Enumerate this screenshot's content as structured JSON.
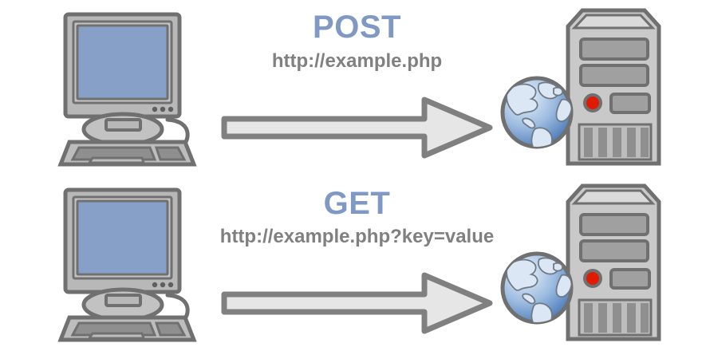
{
  "diagram": {
    "title": "HTTP POST vs GET request diagram",
    "colors": {
      "background": "#ffffff",
      "method_label": "#8099c4",
      "url_text": "#808080",
      "screen_blue": "#87a0c8",
      "case_gray": "#c9c9c9",
      "bezel_gray": "#b8b8b8",
      "panel_gray": "#a0a0a0",
      "outline_gray": "#707070",
      "arrow_fill": "#e6e6e6",
      "arrow_stroke": "#808080",
      "led_red": "#e01b00",
      "globe_light": "#dce7f5",
      "globe_blue": "#5b86c4"
    },
    "rows": [
      {
        "id": "post",
        "method": "POST",
        "url": "http://example.php",
        "client_name": "desktop-computer",
        "server_name": "web-server",
        "arrow_direction": "right"
      },
      {
        "id": "get",
        "method": "GET",
        "url": "http://example.php?key=value",
        "client_name": "desktop-computer",
        "server_name": "web-server",
        "arrow_direction": "right"
      }
    ],
    "icons": {
      "computer": "desktop-computer-icon",
      "server": "server-tower-icon",
      "globe": "globe-icon",
      "arrow": "right-arrow-icon",
      "led": "power-led-icon"
    }
  }
}
